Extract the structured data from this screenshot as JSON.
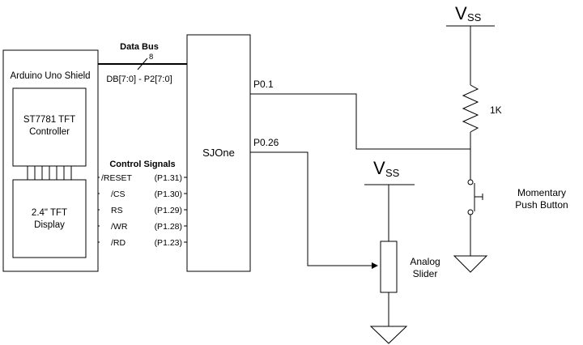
{
  "shield": {
    "title": "Arduino Uno Shield",
    "controller": [
      "ST7781 TFT",
      "Controller"
    ],
    "display": [
      "2.4\" TFT",
      "Display"
    ]
  },
  "mcu": {
    "label": "SJOne"
  },
  "bus": {
    "title": "Data Bus",
    "width": "8",
    "mapping": "DB[7:0] - P2[7:0]"
  },
  "control": {
    "title": "Control Signals",
    "signals": [
      {
        "name": "/RESET",
        "pin": "(P1.31)"
      },
      {
        "name": "/CS",
        "pin": "(P1.30)"
      },
      {
        "name": "RS",
        "pin": "(P1.29)"
      },
      {
        "name": "/WR",
        "pin": "(P1.28)"
      },
      {
        "name": "/RD",
        "pin": "(P1.23)"
      }
    ]
  },
  "pins": {
    "p01": "P0.1",
    "p026": "P0.26"
  },
  "supply": {
    "base": "V",
    "sub": "SS"
  },
  "resistor": {
    "value": "1K"
  },
  "button": [
    "Momentary",
    "Push Button"
  ],
  "slider": [
    "Analog",
    "Slider"
  ]
}
